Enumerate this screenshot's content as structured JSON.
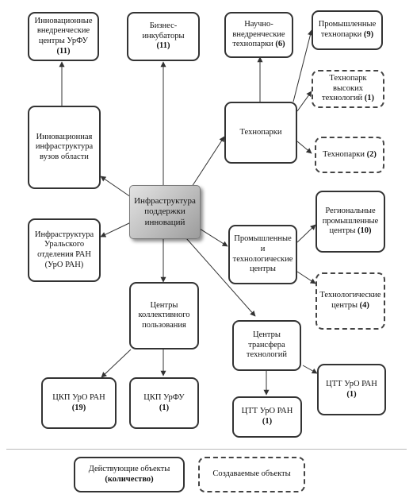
{
  "nodes": {
    "center": {
      "label": "Инфраструктура\nподдержки\nинноваций",
      "count": ""
    },
    "urfu_centers": {
      "label": "Инновационные\nвнедренческие\nцентры УрФУ",
      "count": "(11)"
    },
    "incubators": {
      "label": "Бизнес-инкубаторы",
      "count": "(11)"
    },
    "sci_parks": {
      "label": "Научно-\nвнедренческие\nтехнопарки",
      "count": "(6)"
    },
    "ind_parks": {
      "label": "Промышленные\nтехнопарки",
      "count": "(9)"
    },
    "hitech_parks": {
      "label": "Технопарк высоких\nтехнологий",
      "count": "(1)"
    },
    "technoparks": {
      "label": "Технопарки",
      "count": ""
    },
    "parks_new": {
      "label": "Технопарки",
      "count": "(2)"
    },
    "universities": {
      "label": "Инновационная\nинфраструктура\nвузов области",
      "count": ""
    },
    "ras_infra": {
      "label": "Инфраструктура\nУральского\nотделения РАН\n(УрО РАН)",
      "count": ""
    },
    "ind_tech": {
      "label": "Промышленные и\nтехнологические\nцентры",
      "count": ""
    },
    "regional": {
      "label": "Региональные\nпромышленные\nцентры",
      "count": "(10)"
    },
    "tech_centers": {
      "label": "Технологические\nцентры",
      "count": "(4)"
    },
    "shared_use": {
      "label": "Центры\nколлективного\nпользования",
      "count": ""
    },
    "transfer": {
      "label": "Центры трансфера\nтехнологий",
      "count": ""
    },
    "ckp_ras": {
      "label": "ЦКП УрО РАН",
      "count": "(19)"
    },
    "ckp_urfu": {
      "label": "ЦКП УрФУ",
      "count": "(1)"
    },
    "ctt_ras_1": {
      "label": "ЦТТ УрО РАН",
      "count": "(1)"
    },
    "ctt_ras_2": {
      "label": "ЦТТ УрО РАН",
      "count": "(1)"
    }
  },
  "legend": {
    "existing_label": "Действующие объекты",
    "existing_sub": "(количество)",
    "planned_label": "Создаваемые объекты"
  },
  "colors": {
    "line": "#333333",
    "center_fill": "#bdbdbd"
  }
}
